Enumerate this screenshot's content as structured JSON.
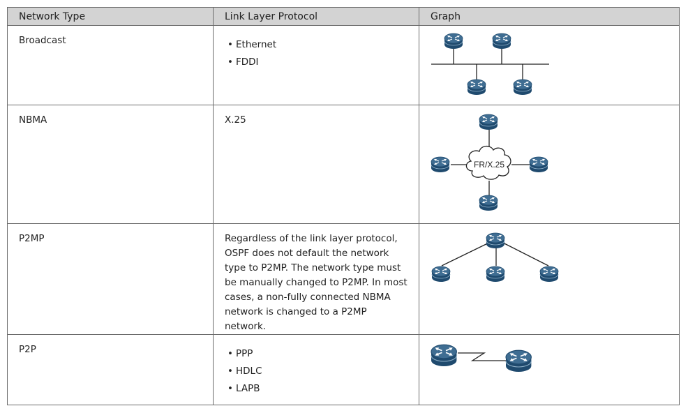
{
  "headers": {
    "network_type": "Network Type",
    "link_layer_protocol": "Link Layer Protocol",
    "graph": "Graph"
  },
  "rows": [
    {
      "network_type": "Broadcast",
      "protocols": [
        "Ethernet",
        "FDDI"
      ],
      "graph_icon": "broadcast-bus-topology"
    },
    {
      "network_type": "NBMA",
      "protocol_text": "X.25",
      "cloud_label": "FR/X.25",
      "graph_icon": "nbma-cloud-topology"
    },
    {
      "network_type": "P2MP",
      "description": "Regardless of the link layer protocol, OSPF does not default the network type to P2MP. The network type must be manually changed to P2MP. In most cases, a non-fully connected NBMA network is changed to a P2MP network.",
      "graph_icon": "p2mp-star-topology"
    },
    {
      "network_type": "P2P",
      "protocols": [
        "PPP",
        "HDLC",
        "LAPB"
      ],
      "graph_icon": "p2p-serial-link-topology"
    }
  ],
  "colors": {
    "header_bg": "#d3d3d3",
    "router_blue": "#1f4a6e",
    "router_top": "#3f6d92",
    "border": "#6b6b6b"
  }
}
